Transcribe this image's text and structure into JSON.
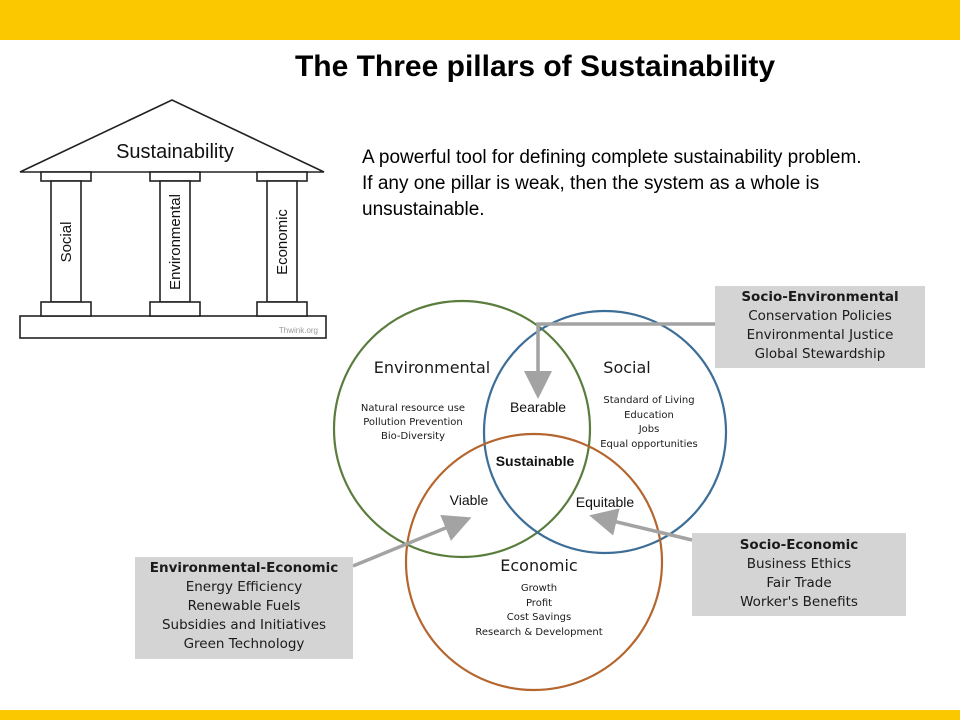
{
  "colors": {
    "band": "#fbc800",
    "environmental_circle": "#5a7d3e",
    "social_circle": "#3d6e97",
    "economic_circle": "#b5662e",
    "box_fill": "#d4d4d4",
    "arrow": "#a3a3a3"
  },
  "header": {
    "title": "The Three pillars of Sustainability"
  },
  "description": {
    "lines": [
      "A powerful tool for defining complete sustainability problem.",
      "If any one pillar is weak, then the system as a whole is",
      "unsustainable."
    ]
  },
  "temple": {
    "roof_label": "Sustainability",
    "pillars": [
      "Social",
      "Environmental",
      "Economic"
    ],
    "credit": "Thwink.org"
  },
  "venn": {
    "environmental": {
      "title": "Environmental",
      "items": [
        "Natural resource use",
        "Pollution Prevention",
        "Bio-Diversity"
      ]
    },
    "social": {
      "title": "Social",
      "items": [
        "Standard of Living",
        "Education",
        "Jobs",
        "Equal opportunities"
      ]
    },
    "economic": {
      "title": "Economic",
      "items": [
        "Growth",
        "Profit",
        "Cost Savings",
        "Research & Development"
      ]
    },
    "overlaps": {
      "bearable": "Bearable",
      "viable": "Viable",
      "equitable": "Equitable",
      "center": "Sustainable"
    }
  },
  "callouts": {
    "socio_environmental": {
      "title": "Socio-Environmental",
      "items": [
        "Conservation Policies",
        "Environmental Justice",
        "Global Stewardship"
      ]
    },
    "environmental_economic": {
      "title": "Environmental-Economic",
      "items": [
        "Energy Efficiency",
        "Renewable Fuels",
        "Subsidies and Initiatives",
        "Green Technology"
      ]
    },
    "socio_economic": {
      "title": "Socio-Economic",
      "items": [
        "Business Ethics",
        "Fair Trade",
        "Worker's Benefits"
      ]
    }
  }
}
